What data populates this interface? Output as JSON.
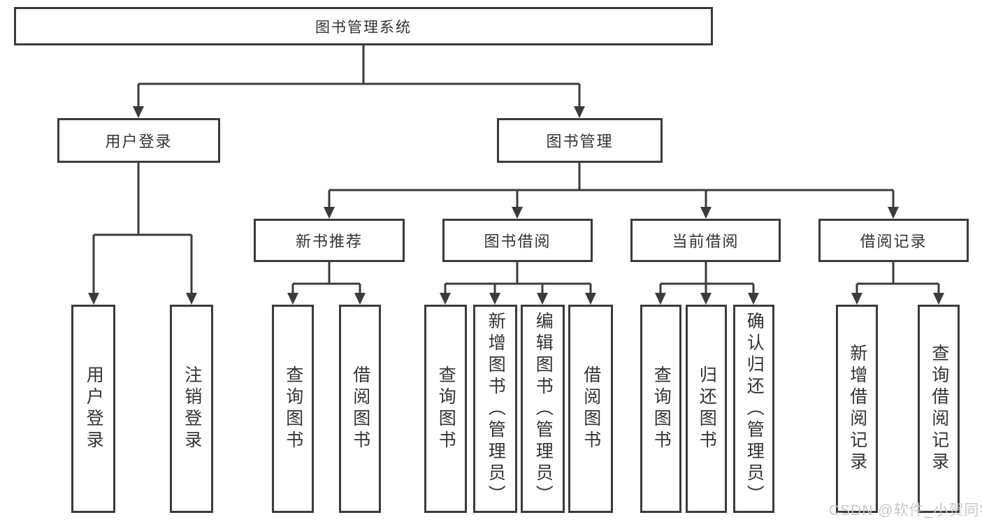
{
  "diagram_type": "hierarchy-tree",
  "colors": {
    "line": "#3b3b3b",
    "text": "#333333",
    "background": "#ffffff",
    "watermark": "#c6c6c6"
  },
  "watermark": "CSDN @软件_小贺同学",
  "tree": {
    "label": "图书管理系统",
    "children": [
      {
        "label": "用户登录",
        "children": [
          {
            "label": "用户登录"
          },
          {
            "label": "注销登录"
          }
        ]
      },
      {
        "label": "图书管理",
        "children": [
          {
            "label": "新书推荐",
            "children": [
              {
                "label": "查询图书"
              },
              {
                "label": "借阅图书"
              }
            ]
          },
          {
            "label": "图书借阅",
            "children": [
              {
                "label": "查询图书"
              },
              {
                "label": "新增图书（管理员）"
              },
              {
                "label": "编辑图书（管理员）"
              },
              {
                "label": "借阅图书"
              }
            ]
          },
          {
            "label": "当前借阅",
            "children": [
              {
                "label": "查询图书"
              },
              {
                "label": "归还图书"
              },
              {
                "label": "确认归还（管理员）"
              }
            ]
          },
          {
            "label": "借阅记录",
            "children": [
              {
                "label": "新增借阅记录"
              },
              {
                "label": "查询借阅记录"
              }
            ]
          }
        ]
      }
    ]
  }
}
